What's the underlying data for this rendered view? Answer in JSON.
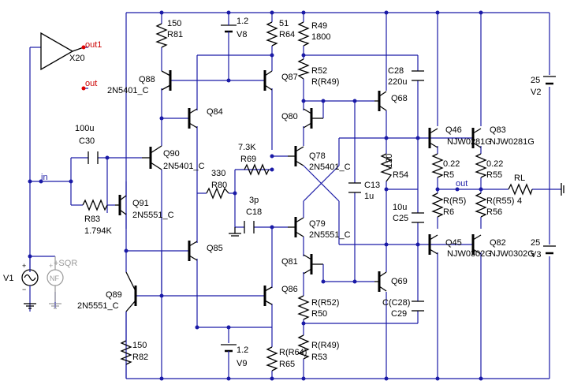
{
  "labels": {
    "r81": [
      "150",
      "R81"
    ],
    "v8": [
      "1.2",
      "V8"
    ],
    "r64": [
      "51",
      "R64"
    ],
    "r49": [
      "R49",
      "1800"
    ],
    "q88": [
      "Q88",
      "2N5401_C"
    ],
    "r52": [
      "R52",
      "R(R49)"
    ],
    "q87": "Q87",
    "c28": [
      "C28",
      "220u"
    ],
    "q68": "Q68",
    "q84": "Q84",
    "q80": "Q80",
    "c30": [
      "100u",
      "C30"
    ],
    "q90": [
      "Q90",
      "2N5401_C"
    ],
    "r69": [
      "7.3K",
      "R69"
    ],
    "q78": [
      "Q78",
      "2N5401_C"
    ],
    "r80": [
      "330",
      "R80"
    ],
    "r54": [
      "120",
      "R54"
    ],
    "c13": [
      "C13",
      "1u"
    ],
    "q46": [
      "Q46",
      "NJW0281G"
    ],
    "q83": [
      "Q83",
      "NJW0281G"
    ],
    "r5": [
      "0.22",
      "R5"
    ],
    "r55": [
      "0.22",
      "R55"
    ],
    "rl": [
      "RL",
      "4"
    ],
    "out_mid": "out",
    "q91": [
      "Q91",
      "2N5551_C"
    ],
    "r83": [
      "R83",
      "1.794K"
    ],
    "c18": [
      "3p",
      "C18"
    ],
    "q79": [
      "Q79",
      "2N5551_C"
    ],
    "c25": [
      "10u",
      "C25"
    ],
    "r6": [
      "R(R5)",
      "R6"
    ],
    "r56": [
      "R(R55)",
      "R56"
    ],
    "q85": "Q85",
    "q81": "Q81",
    "q45": [
      "Q45",
      "NJW0302G"
    ],
    "q82": [
      "Q82",
      "NJW0302G"
    ],
    "q86": "Q86",
    "q69": "Q69",
    "q89": [
      "Q89",
      "2N5551_C"
    ],
    "r50": [
      "R(R52)",
      "R50"
    ],
    "c29": [
      "C(C28)",
      "C29"
    ],
    "r82": [
      "150",
      "R82"
    ],
    "v9": [
      "1.2",
      "V9"
    ],
    "r65": [
      "R(R64)",
      "R65"
    ],
    "r53": [
      "R(R49)",
      "R53"
    ],
    "v2": [
      "25",
      "V2"
    ],
    "v3": [
      "25",
      "V3"
    ],
    "x20": "X20",
    "out1": "out1",
    "out_top": "out",
    "in": "in",
    "v1": "V1",
    "sqr": "+SQR",
    "nf": "NF"
  },
  "colors": {
    "wire": "#1a1aa6",
    "component": "#000000",
    "net_label": "#cc0000",
    "inactive": "#9a9a9a"
  }
}
